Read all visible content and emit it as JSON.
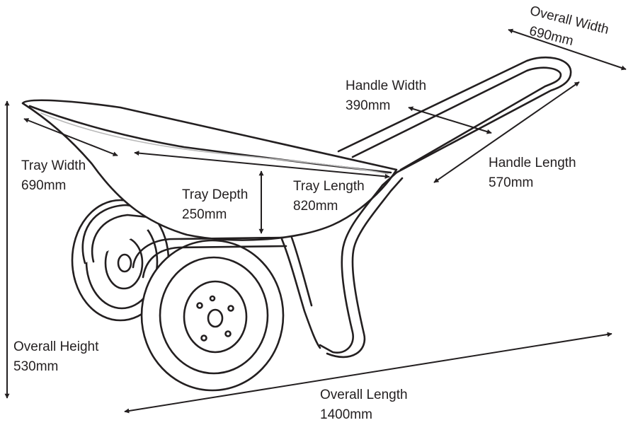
{
  "dimensions": {
    "overall_width": {
      "label": "Overall Width",
      "value": "690mm"
    },
    "handle_width": {
      "label": "Handle Width",
      "value": "390mm"
    },
    "handle_length": {
      "label": "Handle Length",
      "value": "570mm"
    },
    "tray_width": {
      "label": "Tray Width",
      "value": "690mm"
    },
    "tray_depth": {
      "label": "Tray Depth",
      "value": "250mm"
    },
    "tray_length": {
      "label": "Tray Length",
      "value": "820mm"
    },
    "overall_height": {
      "label": "Overall Height",
      "value": "530mm"
    },
    "overall_length": {
      "label": "Overall Length",
      "value": "1400mm"
    }
  },
  "colors": {
    "line": "#231f20",
    "background": "#ffffff"
  }
}
